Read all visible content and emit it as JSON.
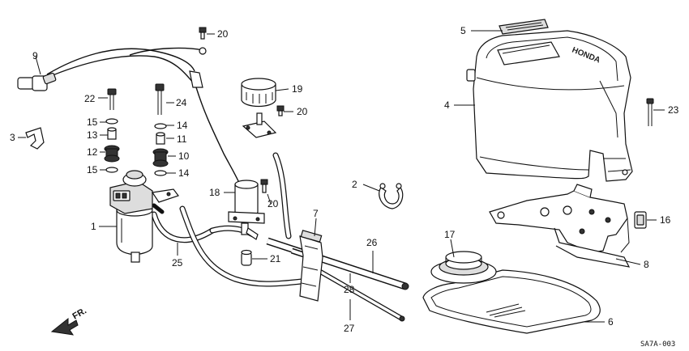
{
  "diagram": {
    "code": "SA7A-003",
    "direction_label": "FR.",
    "logo_text": "HONDA",
    "callouts": {
      "c1": "1",
      "c2": "2",
      "c3": "3",
      "c4": "4",
      "c5": "5",
      "c6": "6",
      "c7": "7",
      "c8": "8",
      "c9": "9",
      "c10": "10",
      "c11": "11",
      "c12": "12",
      "c13": "13",
      "c14a": "14",
      "c14b": "14",
      "c15a": "15",
      "c15b": "15",
      "c16": "16",
      "c17": "17",
      "c18": "18",
      "c19": "19",
      "c20a": "20",
      "c20b": "20",
      "c20c": "20",
      "c21": "21",
      "c22": "22",
      "c23": "23",
      "c24": "24",
      "c25": "25",
      "c26": "26",
      "c27": "27",
      "c28": "28"
    }
  }
}
